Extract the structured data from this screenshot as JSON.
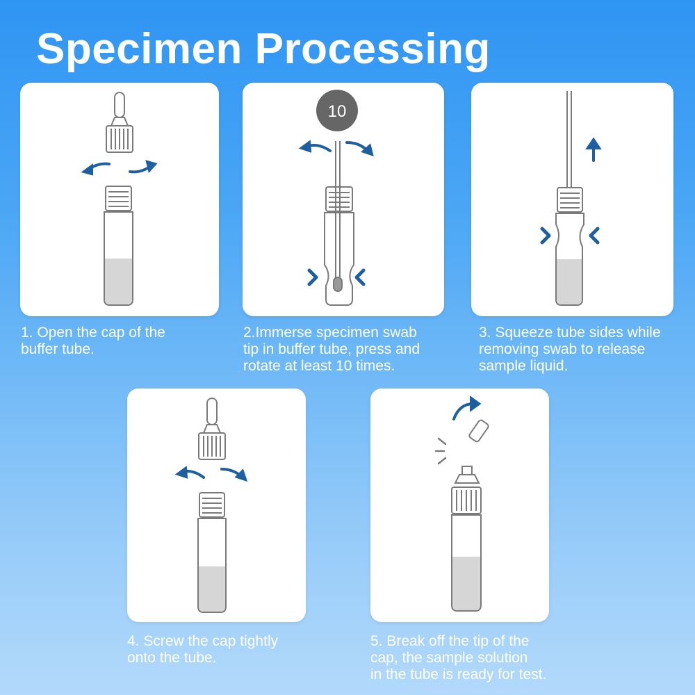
{
  "page": {
    "title": "Specimen Processing"
  },
  "colors": {
    "accent_blue": "#1d5fa0",
    "background_top": "#2f95f3",
    "background_bottom": "#b2d9fb",
    "liquid": "#d6d6d6",
    "outline": "#7a7a7a",
    "badge": "#666666"
  },
  "steps": [
    {
      "caption": "1. Open the cap of the\nbuffer tube.",
      "icons": [
        "cap-icon",
        "rotate-left-arrow-icon",
        "rotate-right-arrow-icon",
        "buffer-tube-icon"
      ]
    },
    {
      "caption": "2.Immerse specimen swab\ntip in buffer tube, press and\nrotate at least 10 times.",
      "badge": "10",
      "icons": [
        "rotate-left-arrow-icon",
        "rotate-right-arrow-icon",
        "swab-icon",
        "buffer-tube-icon",
        "squeeze-chevron-icon"
      ]
    },
    {
      "caption": "3. Squeeze tube sides while\nremoving swab to release\nsample liquid.",
      "icons": [
        "up-arrow-icon",
        "swab-icon",
        "buffer-tube-icon",
        "squeeze-chevron-icon"
      ]
    },
    {
      "caption": "4. Screw the cap tightly\nonto the tube.",
      "icons": [
        "cap-icon",
        "rotate-left-arrow-icon",
        "rotate-right-arrow-icon",
        "buffer-tube-icon"
      ]
    },
    {
      "caption": "5. Break off the tip of the\ncap, the sample solution\nin the tube is ready for test.",
      "icons": [
        "curved-arrow-icon",
        "broken-tip-icon",
        "snap-lines-icon",
        "capped-tube-icon"
      ]
    }
  ]
}
